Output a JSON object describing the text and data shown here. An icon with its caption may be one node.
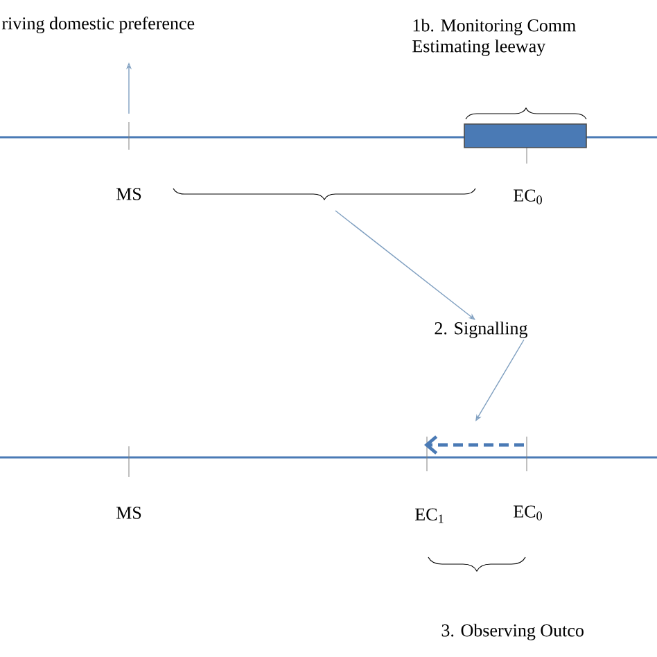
{
  "diagram": {
    "nodes": [
      {
        "text": [
          "riving domestic preference"
        ]
      },
      {
        "text": [
          "1b. Monitoring Comm",
          "Estimating leeway"
        ]
      },
      {
        "text": [],
        "shape": "bar"
      },
      {
        "text": [
          "2. Signalling"
        ]
      },
      {
        "text": [
          "3. Observing Outco"
        ]
      }
    ],
    "edges": [
      {
        "from": null,
        "to": 0,
        "arrow": "to"
      },
      {
        "from": null,
        "to": 3,
        "arrow": "to"
      },
      {
        "from": 3,
        "to": null,
        "arrow": "to"
      }
    ],
    "labels": [
      "MS",
      "EC$_{0}$",
      "MS",
      "EC$_{1}$",
      "EC$_{0}$"
    ]
  }
}
